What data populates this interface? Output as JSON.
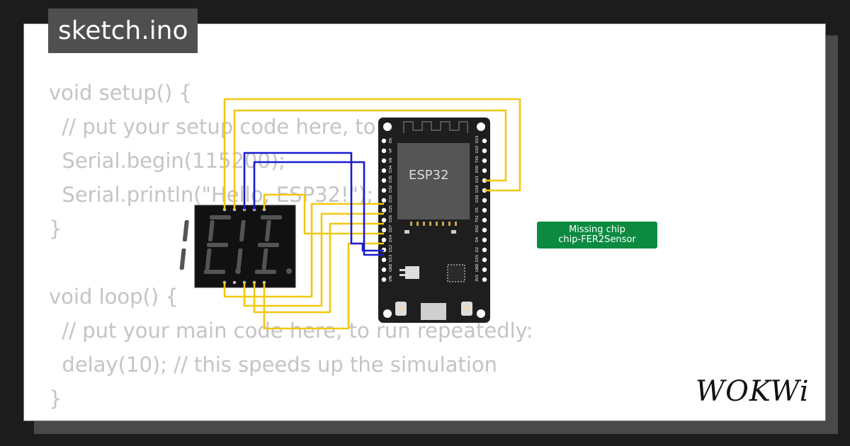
{
  "tab": {
    "title": "sketch.ino"
  },
  "code": {
    "lines": [
      "void setup() {",
      "  // put your setup code here, to run once:",
      "  Serial.begin(115200);",
      "  Serial.println(\"Hello, ESP32!\");",
      "}",
      "",
      "void loop() {",
      "  // put your main code here, to run repeatedly:",
      "  delay(10); // this speeds up the simulation",
      "}"
    ]
  },
  "board": {
    "label": "ESP32",
    "left_pins": [
      "EN",
      "VP",
      "VN",
      "D34",
      "D35",
      "D32",
      "D33",
      "D25",
      "D26",
      "D27",
      "D14",
      "D12",
      "D13",
      "GND",
      "VIN"
    ],
    "right_pins": [
      "D23",
      "D22",
      "TX0",
      "RX0",
      "D21",
      "D19",
      "D18",
      "D5",
      "TX2",
      "RX2",
      "D4",
      "D2",
      "D15",
      "GND",
      "3V3"
    ]
  },
  "chip_badge": {
    "line1": "Missing chip",
    "line2": "chip-FER2Sensor"
  },
  "logo": {
    "text": "WOKWi"
  },
  "colors": {
    "wire_yellow": "#f2c80f",
    "wire_blue": "#1b1bd1",
    "badge": "#0c8a40",
    "board": "#1e1e1e",
    "segment_off": "#545454"
  }
}
